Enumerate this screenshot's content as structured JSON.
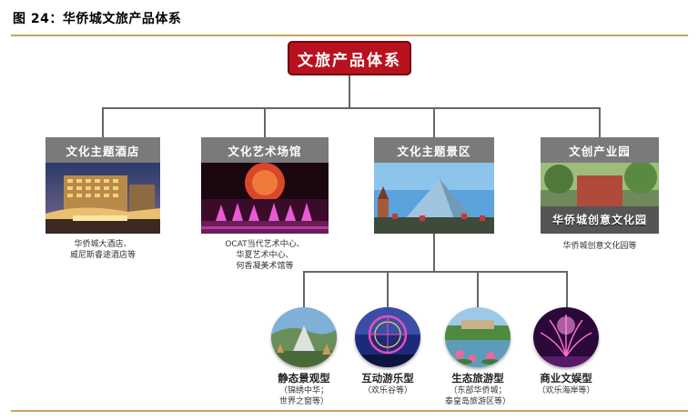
{
  "figure_title": "图 24：华侨城文旅产品体系",
  "root": "文旅产品体系",
  "categories": [
    {
      "label": "文化主题酒店",
      "caption": [
        "华侨城大酒店、",
        "威尼斯睿途酒店等"
      ]
    },
    {
      "label": "文化艺术场馆",
      "caption": [
        "OCAT当代艺术中心、",
        "华夏艺术中心、",
        "何香凝美术馆等"
      ]
    },
    {
      "label": "文化主题景区",
      "caption": []
    },
    {
      "label": "文创产业园",
      "caption": [
        "华侨城创意文化园等"
      ],
      "sign_text": "华侨城创意文化园"
    }
  ],
  "subtypes": [
    {
      "label": "静态景观型",
      "note": [
        "（锦绣中华；",
        "世界之窗等）"
      ]
    },
    {
      "label": "互动游乐型",
      "note": [
        "（欢乐谷等）"
      ]
    },
    {
      "label": "生态旅游型",
      "note": [
        "（东部华侨城；",
        "泰皇岛旅游区等）"
      ]
    },
    {
      "label": "商业文娱型",
      "note": [
        "（欢乐海岸等）"
      ]
    }
  ]
}
